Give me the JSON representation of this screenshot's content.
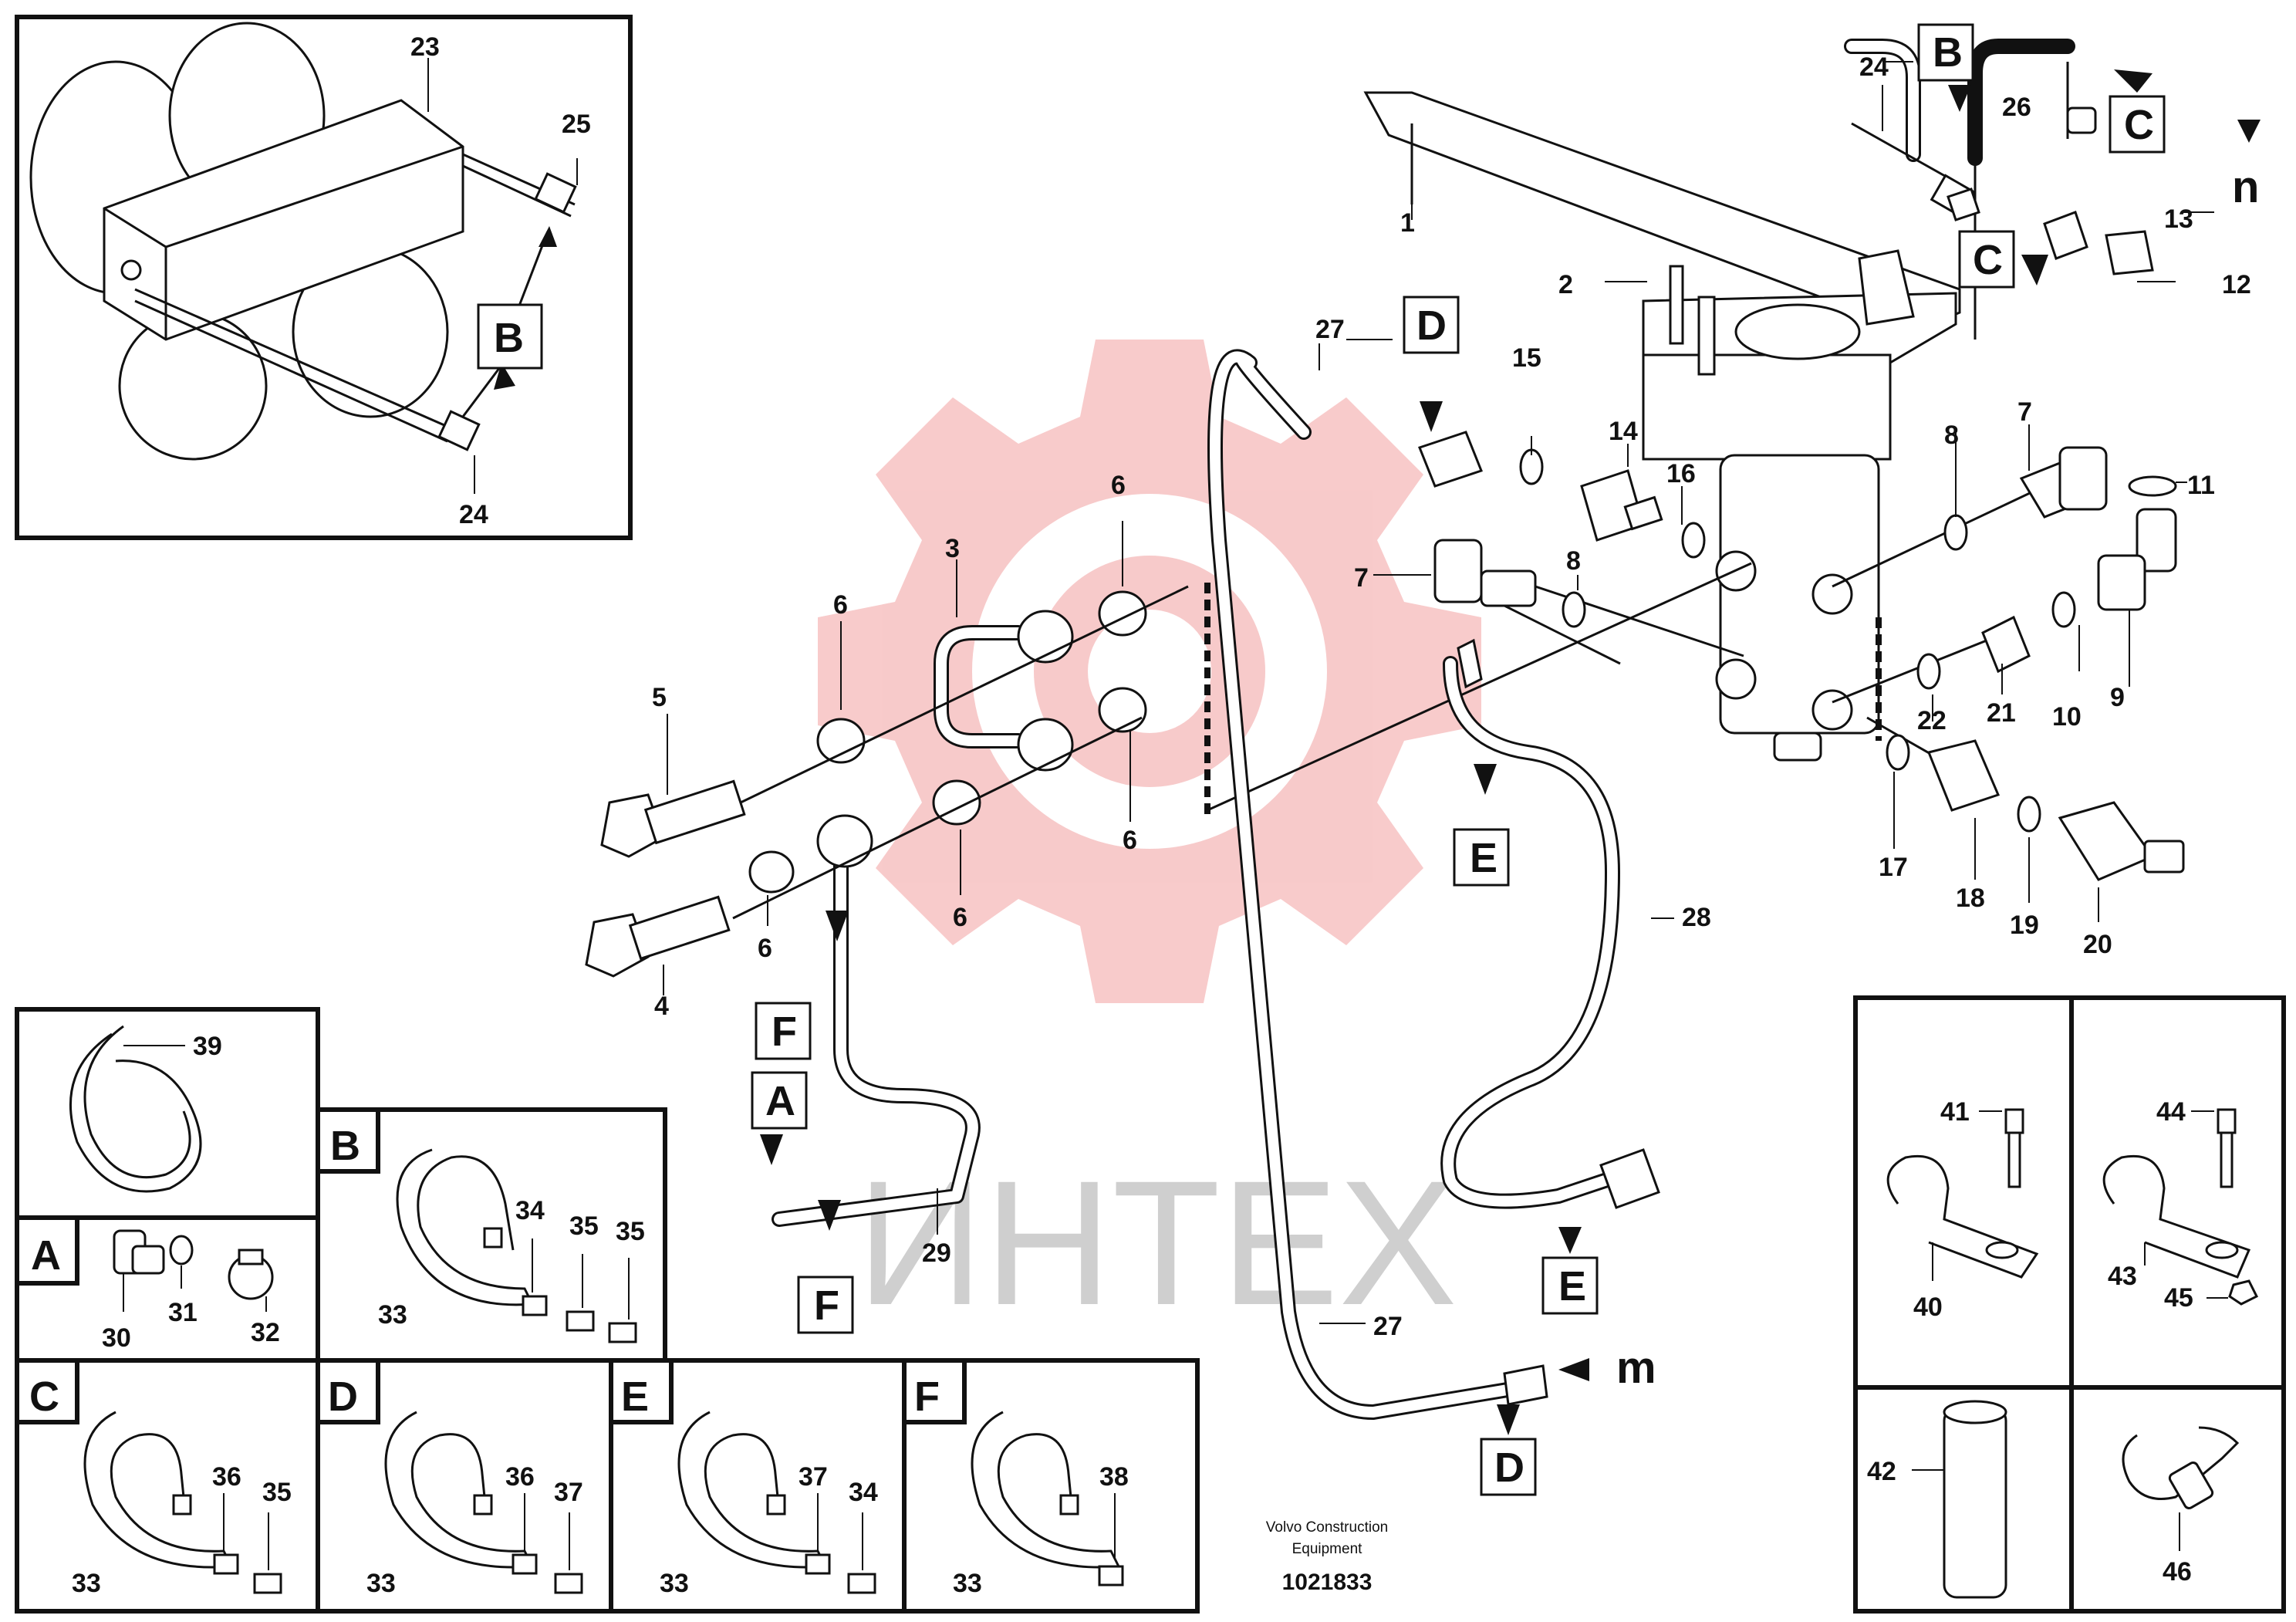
{
  "watermark": {
    "text": "ИНТЕХ",
    "color": "#f2a0a0"
  },
  "footer": {
    "brand_line1": "Volvo Construction",
    "brand_line2": "Equipment",
    "drawing_number": "1021833"
  },
  "labels": {
    "p1": "1",
    "p2": "2",
    "p3": "3",
    "p4": "4",
    "p5": "5",
    "p6a": "6",
    "p6b": "6",
    "p6c": "6",
    "p6d": "6",
    "p6e": "6",
    "p7a": "7",
    "p7b": "7",
    "p8a": "8",
    "p8b": "8",
    "p9": "9",
    "p10": "10",
    "p11": "11",
    "p12": "12",
    "p13": "13",
    "p14": "14",
    "p15": "15",
    "p16": "16",
    "p17": "17",
    "p18": "18",
    "p19": "19",
    "p20": "20",
    "p21": "21",
    "p22": "22",
    "p23": "23",
    "p24a": "24",
    "p24b": "24",
    "p25": "25",
    "p26": "26",
    "p27a": "27",
    "p27b": "27",
    "p28": "28",
    "p29": "29",
    "p30": "30",
    "p31": "31",
    "p32": "32",
    "p33a": "33",
    "p33b": "33",
    "p33c": "33",
    "p33d": "33",
    "p33e": "33",
    "p34a": "34",
    "p34b": "34",
    "p35a": "35",
    "p35b": "35",
    "p35c": "35",
    "p36a": "36",
    "p36b": "36",
    "p37a": "37",
    "p37b": "37",
    "p38": "38",
    "p39": "39",
    "p40": "40",
    "p41": "41",
    "p42": "42",
    "p43": "43",
    "p44": "44",
    "p45": "45",
    "p46": "46"
  },
  "boxes": {
    "inset_B": "B",
    "B_top": "B",
    "C_top": "C",
    "C_mid": "C",
    "D_top": "D",
    "D_bottom": "D",
    "E_mid": "E",
    "E_bottom": "E",
    "F_left": "F",
    "F_bottom": "F",
    "A_left": "A"
  },
  "markers": {
    "n": "n",
    "m": "m"
  },
  "panels": {
    "A": "A",
    "B": "B",
    "C": "C",
    "D": "D",
    "E": "E",
    "F": "F"
  }
}
